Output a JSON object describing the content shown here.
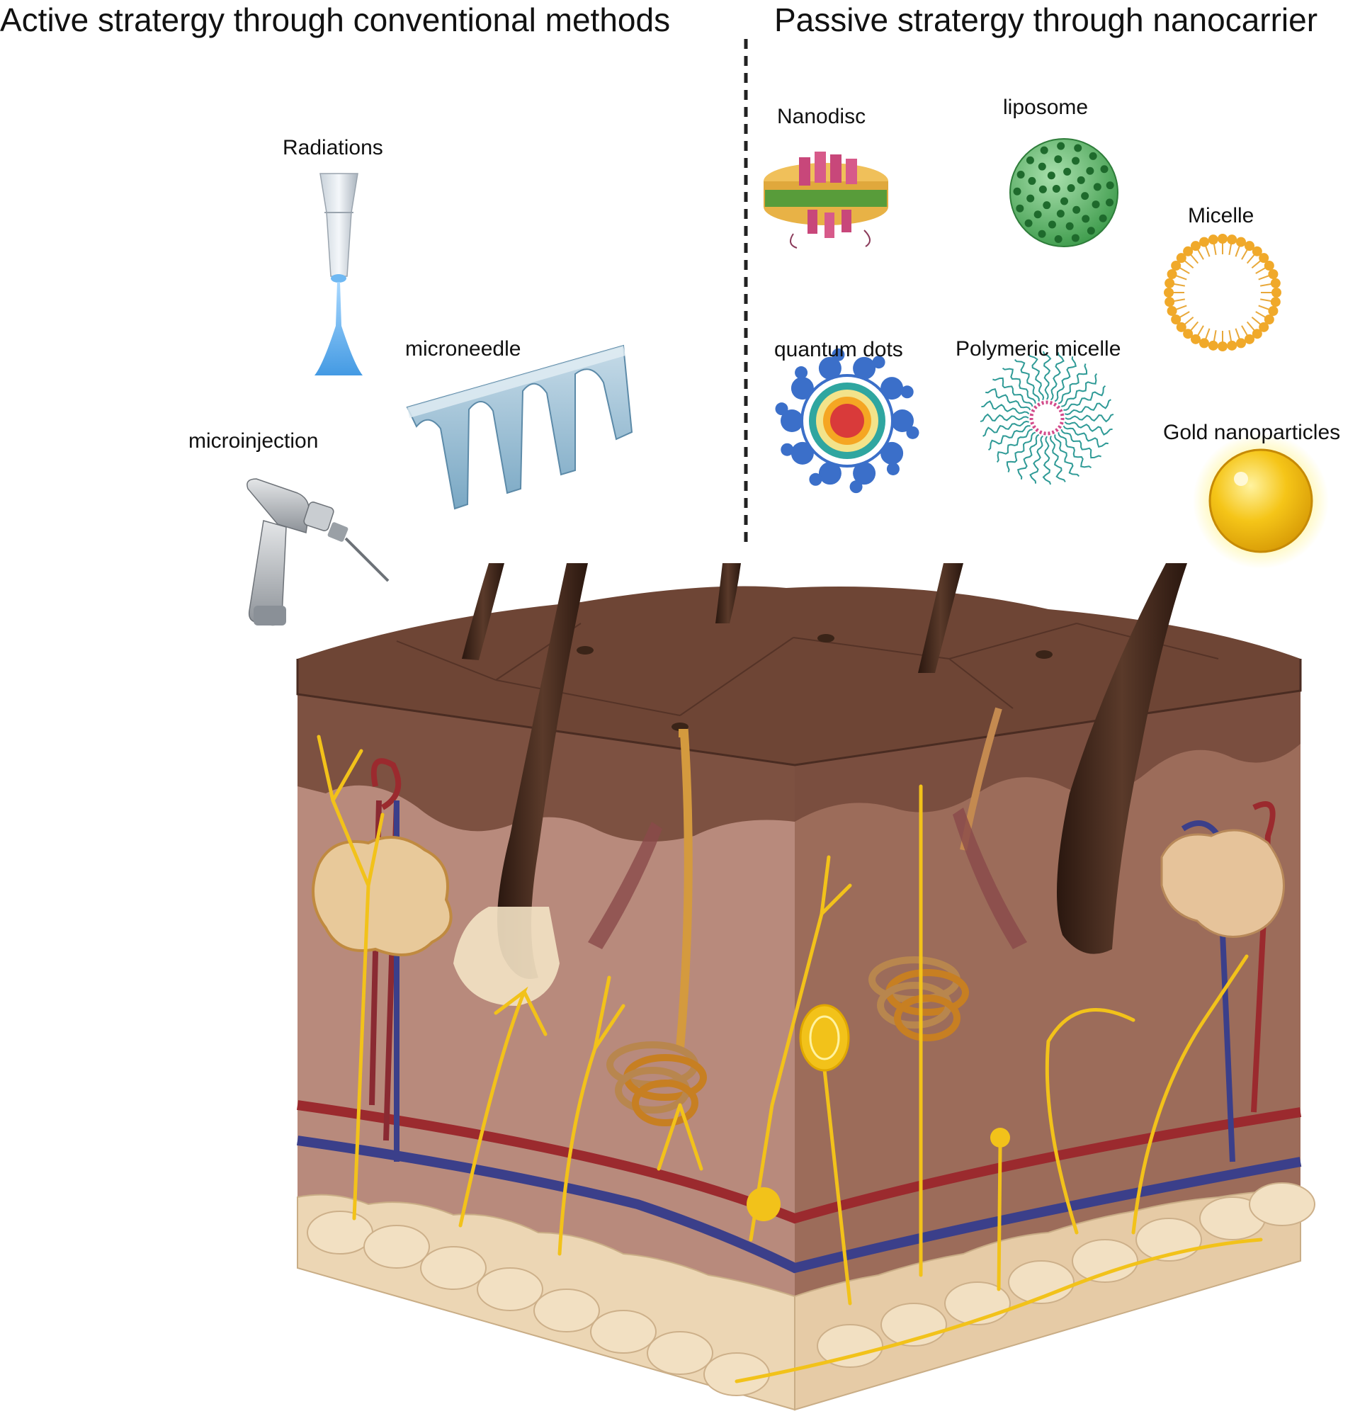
{
  "headings": {
    "active": "Active stratergy through conventional methods",
    "passive": "Passive stratergy through nanocarrier"
  },
  "active_methods": {
    "radiations": "Radiations",
    "microneedle": "microneedle",
    "microinjection": "microinjection"
  },
  "nanocarriers": {
    "nanodisc": "Nanodisc",
    "liposome": "liposome",
    "micelle": "Micelle",
    "quantum_dots": "quantum dots",
    "polymeric_micelle": "Polymeric micelle",
    "gold_nanoparticles": "Gold nanoparticles"
  },
  "icons": [
    "radiation-nozzle-icon",
    "microneedle-icon",
    "microinjection-drill-icon",
    "nanodisc-icon",
    "liposome-icon",
    "micelle-icon",
    "quantum-dot-icon",
    "polymeric-micelle-icon",
    "gold-nanoparticle-icon",
    "skin-cross-section-illustration"
  ],
  "colors": {
    "epidermis": "#6e4535",
    "dermis_front": "#b88a7c",
    "dermis_side": "#9c6c5a",
    "fat": "#ecd6b4",
    "nerve": "#f2c21a",
    "artery": "#9b2a2e",
    "vein": "#3b3f8a",
    "hair": "#3a2418",
    "gland": "#d49a3e"
  }
}
